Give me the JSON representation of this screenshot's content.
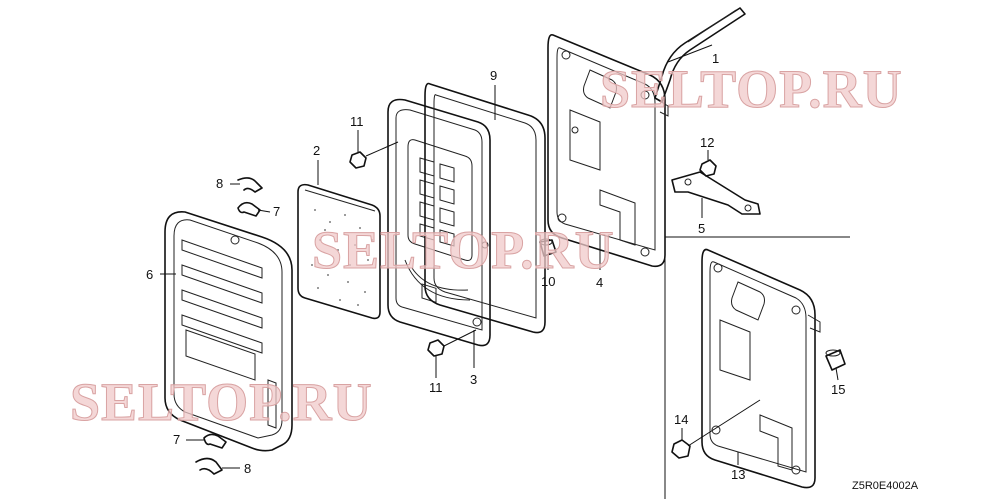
{
  "diagram": {
    "callouts": {
      "c1": "1",
      "c2": "2",
      "c3": "3",
      "c4": "4",
      "c5": "5",
      "c6": "6",
      "c7a": "7",
      "c7b": "7",
      "c8a": "8",
      "c8b": "8",
      "c9": "9",
      "c10": "10",
      "c11a": "11",
      "c11b": "11",
      "c12": "12",
      "c13": "13",
      "c14": "14",
      "c15": "15"
    },
    "drawing_code": "Z5R0E4002A"
  },
  "watermarks": {
    "w1": "SELTOP.RU",
    "w2": "SELTOP.RU",
    "w3": "SELTOP.RU"
  },
  "colors": {
    "line": "#111111",
    "watermark": "#f0c9c9"
  }
}
